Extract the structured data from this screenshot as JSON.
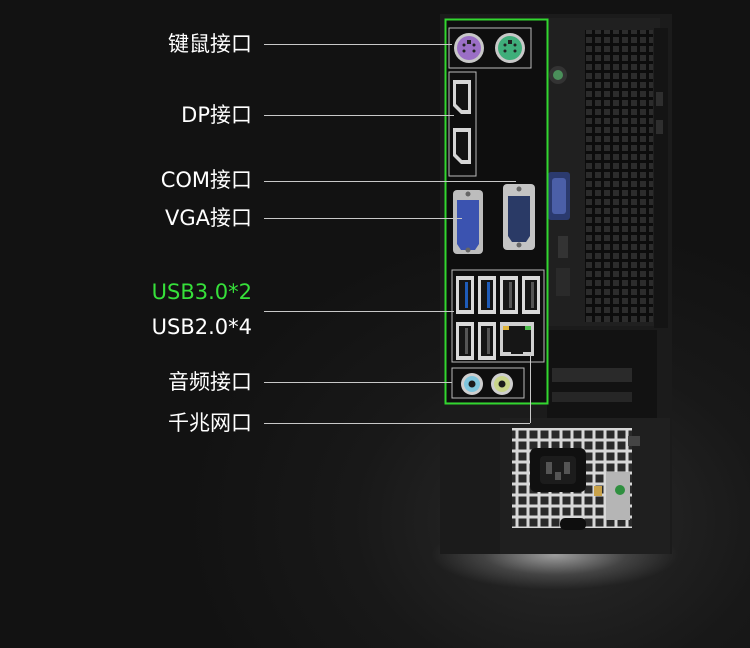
{
  "labels": {
    "keyboard_mouse": "键鼠接口",
    "dp": "DP接口",
    "com": "COM接口",
    "vga": "VGA接口",
    "usb3": "USB3.0*2",
    "usb2": "USB2.0*4",
    "audio": "音频接口",
    "ethernet": "千兆网口"
  },
  "colors": {
    "highlight_box": "#32d62f",
    "usb3_text": "#36e03a",
    "text": "#ffffff",
    "leader": "#c8c8c8",
    "ps2_keyboard": "#9b6fc6",
    "ps2_mouse": "#3fae7a",
    "vga": "#3b53b0",
    "audio_in": "#7fc6dd",
    "audio_out": "#c9d58a"
  }
}
